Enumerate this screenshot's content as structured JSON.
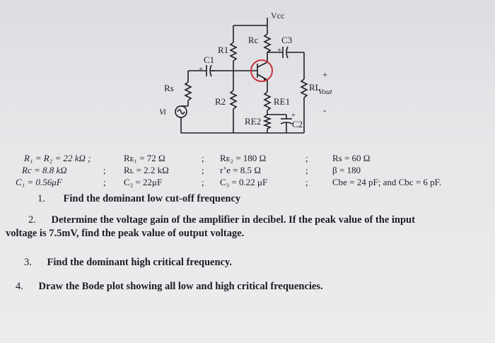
{
  "circuit": {
    "labels": {
      "vcc": "Vcc",
      "rc": "Rc",
      "c3": "C3",
      "r1": "R1",
      "c1": "C1",
      "rs": "Rs",
      "r2": "R2",
      "vi": "Vi",
      "rl": "RL",
      "vout": "Vout",
      "re1": "RE1",
      "re2": "RE2",
      "c2": "C2",
      "plus_c1": "+",
      "plus_c3": "+",
      "plus_c2": "+",
      "out_plus": "+",
      "out_minus": "-"
    }
  },
  "params": {
    "row1": [
      "R₁ = R₂ = 22 kΩ  ;",
      "Rᴇ₁ = 72 Ω",
      ";",
      "Rᴇ₂ = 180 Ω",
      ";",
      "Rs = 60 Ω"
    ],
    "row2": [
      "Rc = 8.8 kΩ",
      ";",
      "Rʟ = 2.2 kΩ",
      ";",
      "r’e = 8.5 Ω",
      ";",
      "β = 180"
    ],
    "row3": [
      "C₁ = 0.56μF",
      ";",
      "C₂ = 22μF",
      ";",
      "C₃ = 0.22 μF",
      ";",
      "Cbe = 24 pF; and Cbc = 6 pF."
    ]
  },
  "questions": [
    {
      "num": "1.",
      "text": "Find the dominant low cut-off frequency"
    },
    {
      "num": "2.",
      "text": "Determine the voltage gain of the amplifier in decibel. If the peak value of the input",
      "text2": "voltage is 7.5mV, find the peak value of output voltage."
    },
    {
      "num": "3.",
      "text": "Find the dominant high critical frequency."
    },
    {
      "num": "4.",
      "text": "Draw the Bode plot showing all low and high critical frequencies."
    }
  ],
  "colors": {
    "ink": "#1d1d22",
    "circle": "#c8323c"
  }
}
